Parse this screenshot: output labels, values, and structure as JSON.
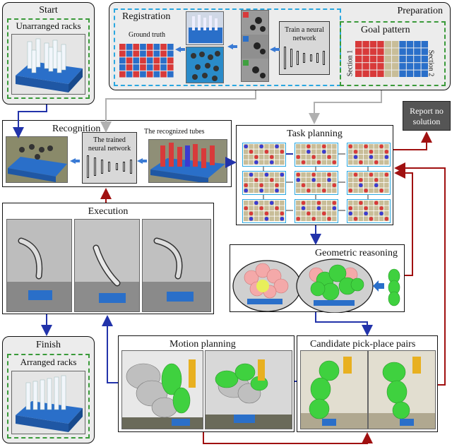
{
  "start": {
    "title": "Start",
    "subtitle": "Unarranged racks"
  },
  "finish": {
    "title": "Finish",
    "subtitle": "Arranged racks"
  },
  "preparation": {
    "title": "Preparation",
    "registration": "Registration",
    "ground_truth": "Ground truth",
    "train_line1": "Train a neural",
    "train_line2": "network",
    "goal_pattern": "Goal pattern",
    "section1": "Section 1",
    "section2": "Section 2"
  },
  "recognition": {
    "title": "Recognition",
    "nn_line1": "The trained",
    "nn_line2": "neural network",
    "recognized": "The recognized tubes"
  },
  "task_planning": {
    "title": "Task planning"
  },
  "report": {
    "line1": "Report no",
    "line2": "solution"
  },
  "execution": {
    "title": "Execution"
  },
  "geometric": {
    "title": "Geometric reasoning"
  },
  "candidate": {
    "title": "Candidate pick-place pairs"
  },
  "motion": {
    "title": "Motion planning"
  },
  "colors": {
    "blue_arrow": "#2233aa",
    "red_arrow": "#a01010",
    "gray_arrow": "#b0b0b0",
    "green_dash": "#3a9a3a",
    "cyan_dash": "#2aa7e0",
    "rack_blue": "#2a6fc9",
    "tube_red": "#d83a3a",
    "tube_green": "#3fd13f",
    "grid_tan": "#c8bd98"
  }
}
